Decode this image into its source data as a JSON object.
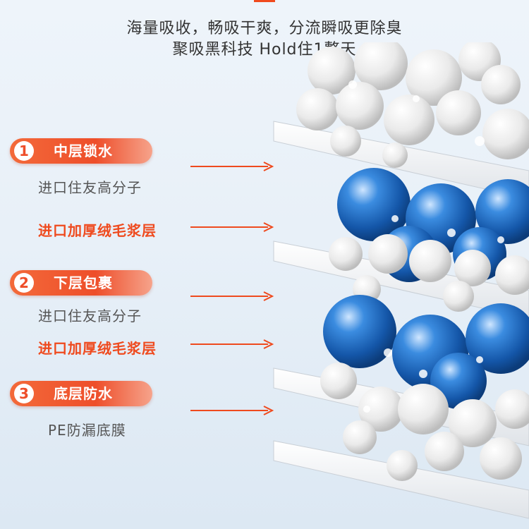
{
  "header": {
    "line1": "海量吸收，畅吸干爽，分流瞬吸更除臭",
    "line2": "聚吸黑科技 Hold住1整天"
  },
  "layers": [
    {
      "number": "1",
      "title": "中层锁水",
      "items": [
        "进口住友高分子",
        "进口加厚绒毛浆层"
      ]
    },
    {
      "number": "2",
      "title": "下层包裹",
      "items": [
        "进口住友高分子",
        "进口加厚绒毛浆层"
      ]
    },
    {
      "number": "3",
      "title": "底层防水",
      "items": [
        "PE防漏底膜"
      ]
    }
  ],
  "colors": {
    "accent": "#ef4a1e",
    "blue_bead": "#1f6fc8",
    "white_bead": "#f2f2f2"
  }
}
